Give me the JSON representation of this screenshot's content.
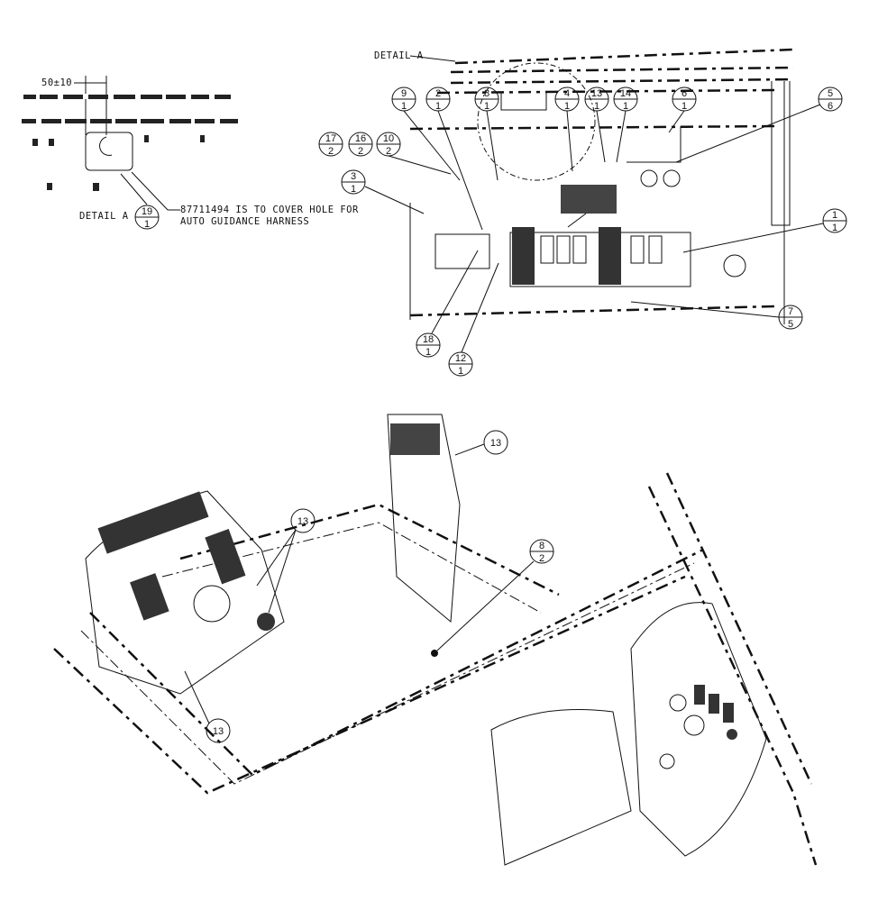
{
  "detail_inset": {
    "dimension": "50±10",
    "caption": "DETAIL A",
    "note_line1": "87711494 IS TO COVER HOLE FOR",
    "note_line2": "AUTO GUIDANCE HARNESS",
    "callout": {
      "item": "19",
      "qty": "1"
    }
  },
  "top_view": {
    "detail_ref": "DETAIL A",
    "callouts": [
      {
        "item": "9",
        "qty": "1"
      },
      {
        "item": "2",
        "qty": "1"
      },
      {
        "item": "8",
        "qty": "1"
      },
      {
        "item": "4",
        "qty": "1"
      },
      {
        "item": "13",
        "qty": "1"
      },
      {
        "item": "14",
        "qty": "1"
      },
      {
        "item": "6",
        "qty": "1"
      },
      {
        "item": "5",
        "qty": "6"
      },
      {
        "item": "17",
        "qty": "2"
      },
      {
        "item": "16",
        "qty": "2"
      },
      {
        "item": "10",
        "qty": "2"
      },
      {
        "item": "3",
        "qty": "1"
      },
      {
        "item": "1",
        "qty": "1"
      },
      {
        "item": "7",
        "qty": "5"
      },
      {
        "item": "18",
        "qty": "1"
      },
      {
        "item": "12",
        "qty": "1"
      }
    ]
  },
  "iso_view": {
    "callouts": [
      {
        "item": "13"
      },
      {
        "item": "13"
      },
      {
        "item": "8",
        "qty": "2"
      },
      {
        "item": "13"
      }
    ]
  }
}
